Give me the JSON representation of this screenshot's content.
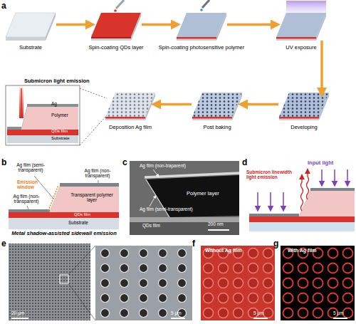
{
  "diagram": {
    "nodes": [
      {
        "text": [
          "Substrate"
        ]
      },
      {
        "text": [
          "Spin-coating QDs layer"
        ]
      },
      {
        "text": [
          "Spin-coating photosensitive polymer"
        ]
      },
      {
        "text": [
          "UV exposure"
        ]
      },
      {
        "text": [
          "Developing"
        ]
      },
      {
        "text": [
          "Post baking"
        ]
      },
      {
        "text": [
          "Deposition Ag film"
        ]
      }
    ],
    "edges": [
      {
        "from": 0,
        "to": 1,
        "arrow": "to"
      },
      {
        "from": 1,
        "to": 2,
        "arrow": "to"
      },
      {
        "from": 2,
        "to": 3,
        "arrow": "to"
      },
      {
        "from": 3,
        "to": 4,
        "arrow": "to"
      },
      {
        "from": 4,
        "to": 5,
        "arrow": "to"
      },
      {
        "from": 5,
        "to": 6,
        "arrow": "to"
      }
    ],
    "labels": [
      "a",
      "Submicron light emission",
      "Ag",
      "Polymer",
      "QDs film",
      "Substrate",
      "b",
      "Ag film (semi-transparent)",
      "Emission window",
      "Ag film (non-transparent)",
      "Transparent polymer layer",
      "Ag film (non-transparent)",
      "QDs film",
      "Substrate",
      "Metal shadow-assisted sidewall emission",
      "c",
      "Ag film (non-traparent)",
      "Polymer layer",
      "Ag film (semi-transparent)",
      "QDs film",
      "200 nm",
      "d",
      "Input light",
      "Submicron linewidth light emission",
      "e",
      "20 μm",
      "5 μm",
      "f",
      "Without Ag film",
      "5 μm",
      "g",
      "With Ag film",
      "5 μm"
    ]
  }
}
